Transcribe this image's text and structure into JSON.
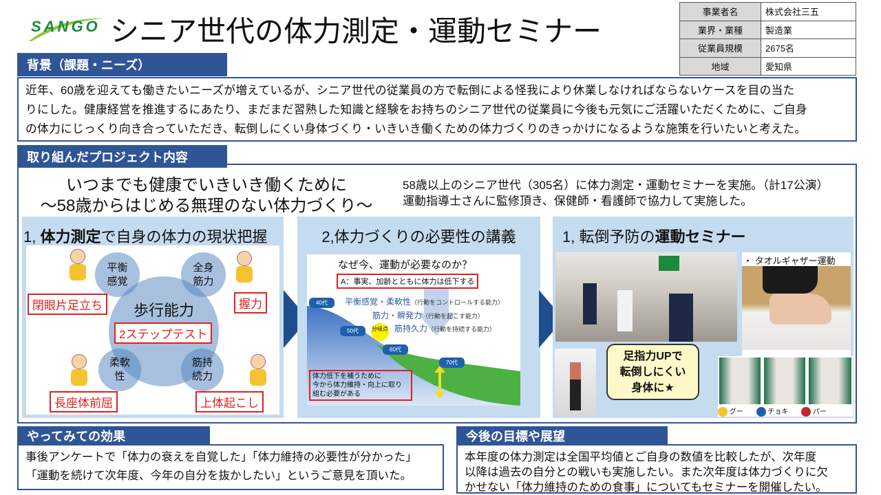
{
  "header": {
    "logo": "SANGO",
    "title": "シニア世代の体力測定・運動セミナー"
  },
  "info": [
    {
      "label": "事業者名",
      "value": "株式会社三五"
    },
    {
      "label": "業界・業種",
      "value": "製造業"
    },
    {
      "label": "従業員規模",
      "value": "2675名"
    },
    {
      "label": "地域",
      "value": "愛知県"
    }
  ],
  "background": {
    "heading": "背景（課題・ニーズ）",
    "lines": [
      "近年、60歳を迎えても働きたいニーズが増えているが、シニア世代の従業員の方で転倒による怪我により休業しなければならないケースを目の当た",
      "りにした。健康経営を推進するにあたり、まだまだ習熟した知識と経験をお持ちのシニア世代の従業員に今後も元気にご活躍いただくために、ご自身",
      "の体力にじっくり向き合っていただき、転倒しにくい身体づくり・いきいき働くための体力づくりのきっかけになるような施策を行いたいと考えた。"
    ]
  },
  "project": {
    "heading": "取り組んだプロジェクト内容",
    "catch1": "いつまでも健康でいきいき働くために",
    "catch2": "～58歳からはじめる無理のない体力づくり～",
    "desc1": "58歳以上のシニア世代（305名）に体力測定・運動セミナーを実施。（計17公演）",
    "desc2": "運動指導士さんに監修頂き、保健師・看護師で協力して実施した。",
    "panel1": {
      "title_pre": "1, ",
      "title_bold": "体力測定",
      "title_post": "で自身の体力の現状把握",
      "center": "歩行能力",
      "balance": "平衡感覚",
      "whole": "全身筋力",
      "flex": "柔軟性",
      "endur": "筋持続力",
      "test_center": "2ステップテスト",
      "test_balance": "閉眼片足立ち",
      "test_grip": "握力",
      "test_flex": "長座体前屈",
      "test_situp": "上体起こし"
    },
    "panel2": {
      "title": "2,体力づくりの必要性の講義",
      "q": "なぜ今、運動が必要なのか？",
      "a": "A：事実、加齢とともに体力は低下する",
      "l1": "平衡感覚・柔軟性",
      "l1s": "（行動をコントロールする能力）",
      "l2": "筋力・瞬発力",
      "l2s": "（行動を起こす能力）",
      "l3": "筋持久力",
      "l3s": "（行動を持続する能力）",
      "ages": [
        "40代",
        "50代",
        "60代",
        "70代"
      ],
      "branch": "分岐点",
      "note": [
        "体力低下を補うために",
        "今から体力維持・向上に取り",
        "組む必要がある"
      ]
    },
    "panel3": {
      "title_pre": "1, 転倒予防の",
      "title_bold": "運動セミナー",
      "towel": "・ タオルギャザー運動",
      "bubble": [
        "足指力UPで",
        "転倒しにくい",
        "身体に★"
      ],
      "rps": [
        "グー",
        "チョキ",
        "パー"
      ]
    }
  },
  "effect": {
    "heading": "やってみての効果",
    "lines": [
      "事後アンケートで「体力の衰えを自覚した」「体力維持の必要性が分かった」",
      "「運動を続けて次年度、今年の自分を抜かしたい」というご意見を頂いた。"
    ]
  },
  "future": {
    "heading": "今後の目標や展望",
    "lines": [
      "本年度の体力測定は全国平均値とご自身の数値を比較したが、次年度",
      "以降は過去の自分との戦いも実施したい。また次年度は体力づくりに欠",
      "かせない「体力維持のための食事」についてもセミナーを開催したい。"
    ]
  },
  "colors": {
    "accent": "#2f5597",
    "red": "#e02020",
    "panel": "#c5dbef"
  }
}
